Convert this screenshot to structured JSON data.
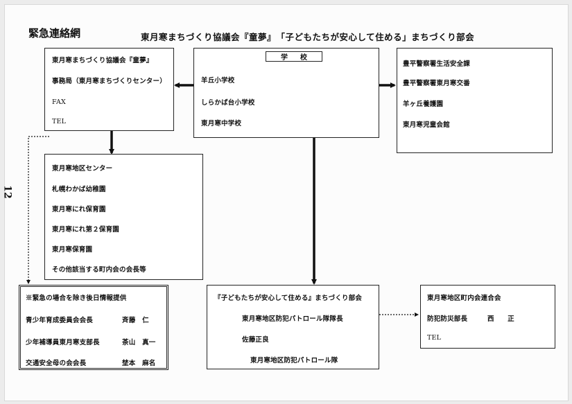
{
  "title": "緊急連絡網",
  "header_center": "東月寒まちづくり協議会『童夢』　「子どもたちが安心して住める」まちづくり部会",
  "page_number": "12",
  "box_kyogikai": {
    "lines": [
      "東月寒まちづくり協議会『童夢』",
      "事務局（東月寒まちづくりセンター）",
      "FAX",
      "TEL"
    ]
  },
  "box_school": {
    "header": "学校",
    "lines": [
      "羊丘小学校",
      "しらかば台小学校",
      "東月寒中学校"
    ]
  },
  "box_police": {
    "lines": [
      "豊平警察署生活安全課",
      "豊平警察署東月寒交番",
      "羊ヶ丘養護園",
      "東月寒児童会館"
    ]
  },
  "box_center": {
    "lines": [
      "東月寒地区センター",
      "札幌わかば幼稚園",
      "東月寒にれ保育園",
      "東月寒にれ第２保育園",
      "東月寒保育園",
      "その他該当する町内会の会長等"
    ]
  },
  "box_nonemergency": {
    "header": "※緊急の場合を除き後日情報提供",
    "rows": [
      {
        "role": "青少年育成委員会会長",
        "name": "斉藤　仁"
      },
      {
        "role": "少年補導員東月寒支部長",
        "name": "茶山　真一"
      },
      {
        "role": "交通安全母の会会長",
        "name": "埜本　麻名"
      }
    ]
  },
  "box_bukai": {
    "lines": [
      "『子どもたちが安心して住める』まちづくり部会",
      "東月寒地区防犯パトロール隊隊長",
      "佐藤正良",
      "東月寒地区防犯パトロール隊"
    ]
  },
  "box_chonaikai": {
    "lines": [
      "東月寒地区町内会連合会",
      "TEL"
    ],
    "role": "防犯防災部長",
    "name": "西　　正"
  }
}
